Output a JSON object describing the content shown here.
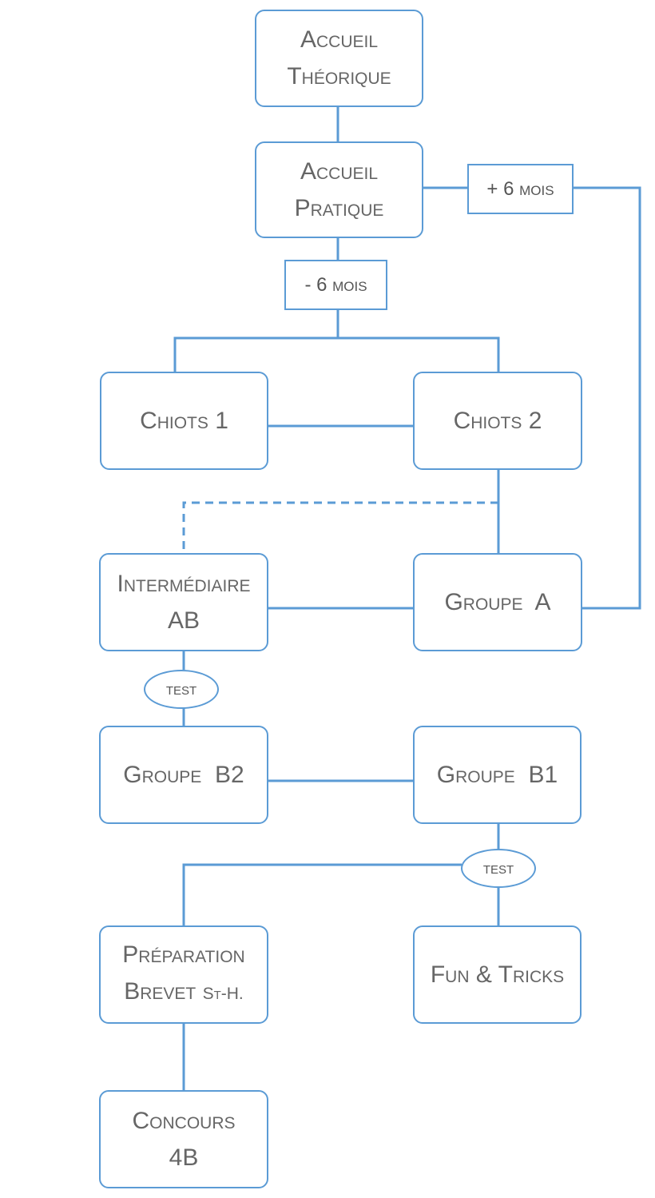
{
  "diagram": {
    "colors": {
      "line": "#5b9bd5",
      "text": "#666666",
      "background": "#ffffff"
    },
    "nodes": {
      "accueil_theorique": {
        "line1": "Accueil",
        "line2": "Théorique"
      },
      "accueil_pratique": {
        "line1": "Accueil",
        "line2": "Pratique"
      },
      "chiots_1": {
        "label": "Chiots 1"
      },
      "chiots_2": {
        "label": "Chiots 2"
      },
      "intermediaire_ab": {
        "line1": "Intermédiaire",
        "line2": "AB"
      },
      "groupe_a": {
        "label": "Groupe  A"
      },
      "groupe_b2": {
        "label": "Groupe  B2"
      },
      "groupe_b1": {
        "label": "Groupe  B1"
      },
      "preparation_brevet": {
        "line1": "Préparation",
        "line2_main": "Brevet",
        "line2_small": "St-H."
      },
      "fun_tricks": {
        "label": "Fun & Tricks"
      },
      "concours_4b": {
        "line1": "Concours",
        "line2": "4B"
      }
    },
    "labels": {
      "plus_6_mois": "+ 6 mois",
      "minus_6_mois": "- 6 mois",
      "test_1": "test",
      "test_2": "test"
    }
  }
}
